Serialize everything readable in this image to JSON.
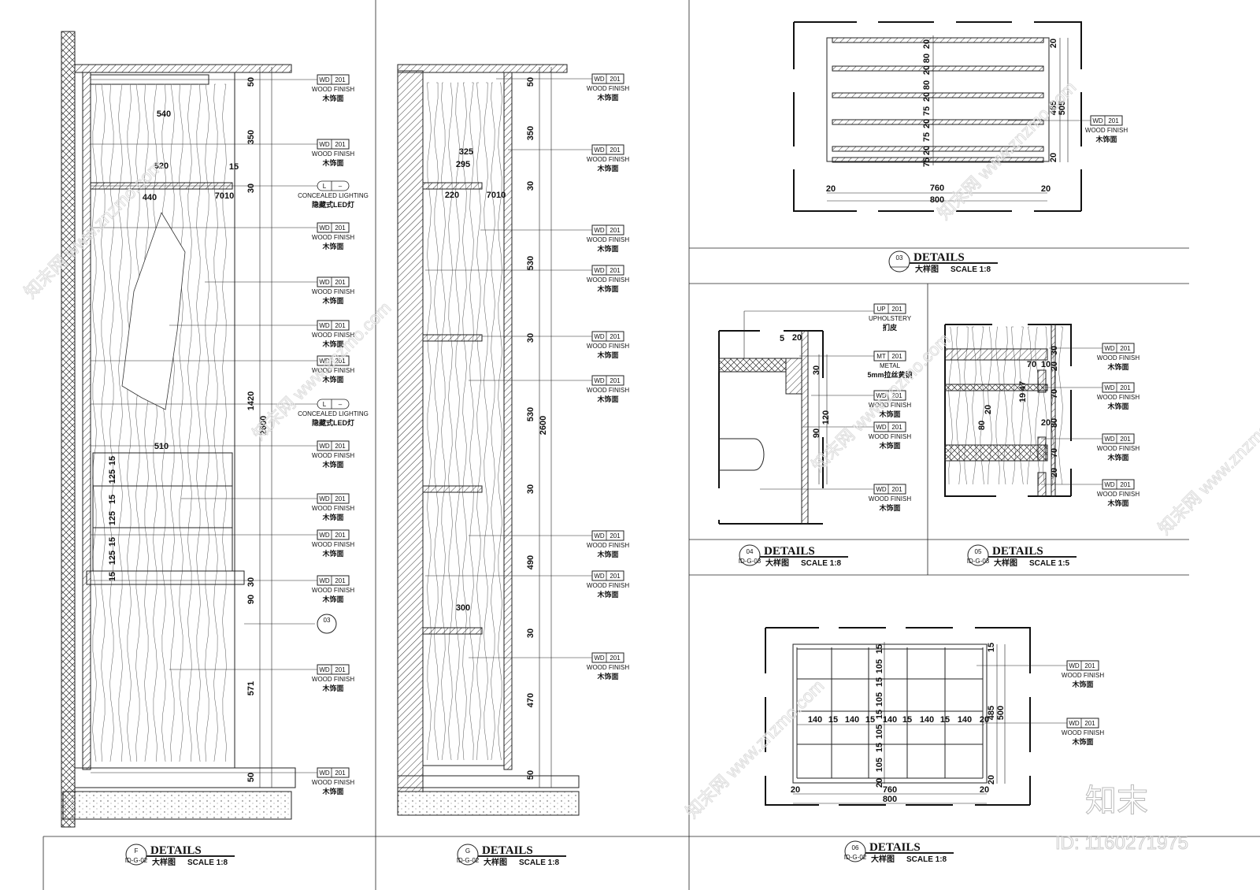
{
  "sheet": {
    "panels": [
      {
        "id": "F",
        "ref": "ID-G-02",
        "title": "DETAILS",
        "subtitle": "大样图",
        "scale": "SCALE 1:8",
        "dims_v": [
          "50",
          "350",
          "30",
          "1420",
          "30",
          "90",
          "571",
          "50"
        ],
        "overall": "2600",
        "dims_h": [
          "540",
          "520",
          "15",
          "440",
          "7010",
          "510",
          "125",
          "125",
          "125",
          "15",
          "15",
          "15",
          "15"
        ],
        "callouts": [
          {
            "code": "WD",
            "num": "201",
            "en": "WOOD FINISH",
            "cn": "木饰面"
          },
          {
            "code": "WD",
            "num": "201",
            "en": "WOOD FINISH",
            "cn": "木饰面"
          },
          {
            "code": "L",
            "num": "–",
            "en": "CONCEALED LIGHTING",
            "cn": "隐藏式LED灯"
          },
          {
            "code": "WD",
            "num": "201",
            "en": "WOOD FINISH",
            "cn": "木饰面"
          },
          {
            "code": "WD",
            "num": "201",
            "en": "WOOD FINISH",
            "cn": "木饰面"
          },
          {
            "code": "WD",
            "num": "201",
            "en": "WOOD FINISH",
            "cn": "木饰面"
          },
          {
            "code": "WD",
            "num": "201",
            "en": "WOOD FINISH",
            "cn": "木饰面"
          },
          {
            "code": "L",
            "num": "–",
            "en": "CONCEALED LIGHTING",
            "cn": "隐藏式LED灯"
          },
          {
            "code": "WD",
            "num": "201",
            "en": "WOOD FINISH",
            "cn": "木饰面"
          },
          {
            "code": "WD",
            "num": "201",
            "en": "WOOD FINISH",
            "cn": "木饰面"
          },
          {
            "code": "WD",
            "num": "201",
            "en": "WOOD FINISH",
            "cn": "木饰面"
          },
          {
            "code": "WD",
            "num": "201",
            "en": "WOOD FINISH",
            "cn": "木饰面"
          },
          {
            "code": "WD",
            "num": "201",
            "en": "WOOD FINISH",
            "cn": "木饰面"
          },
          {
            "code": "WD",
            "num": "201",
            "en": "WOOD FINISH",
            "cn": "木饰面"
          }
        ],
        "section_marker": "03"
      },
      {
        "id": "G",
        "ref": "ID-G-02",
        "title": "DETAILS",
        "subtitle": "大样图",
        "scale": "SCALE 1:8",
        "dims_v": [
          "50",
          "350",
          "30",
          "530",
          "30",
          "530",
          "30",
          "490",
          "30",
          "470",
          "50"
        ],
        "overall": "2600",
        "dims_h": [
          "325",
          "295",
          "220",
          "7010",
          "300"
        ],
        "callouts": [
          {
            "code": "WD",
            "num": "201",
            "en": "WOOD FINISH",
            "cn": "木饰面"
          },
          {
            "code": "WD",
            "num": "201",
            "en": "WOOD FINISH",
            "cn": "木饰面"
          },
          {
            "code": "WD",
            "num": "201",
            "en": "WOOD FINISH",
            "cn": "木饰面"
          },
          {
            "code": "WD",
            "num": "201",
            "en": "WOOD FINISH",
            "cn": "木饰面"
          },
          {
            "code": "WD",
            "num": "201",
            "en": "WOOD FINISH",
            "cn": "木饰面"
          },
          {
            "code": "WD",
            "num": "201",
            "en": "WOOD FINISH",
            "cn": "木饰面"
          },
          {
            "code": "WD",
            "num": "201",
            "en": "WOOD FINISH",
            "cn": "木饰面"
          },
          {
            "code": "WD",
            "num": "201",
            "en": "WOOD FINISH",
            "cn": "木饰面"
          },
          {
            "code": "WD",
            "num": "201",
            "en": "WOOD FINISH",
            "cn": "木饰面"
          }
        ]
      },
      {
        "id": "03",
        "ref": "",
        "title": "DETAILS",
        "subtitle": "大样图",
        "scale": "SCALE 1:8",
        "dims_v": [
          "20",
          "80",
          "20",
          "80",
          "20",
          "75",
          "20",
          "75",
          "20",
          "75",
          "20"
        ],
        "dims_v_right": [
          "20",
          "465",
          "505",
          "20"
        ],
        "dims_h": [
          "20",
          "760",
          "20",
          "800"
        ],
        "callouts": [
          {
            "code": "WD",
            "num": "201",
            "en": "WOOD FINISH",
            "cn": "木饰面"
          }
        ]
      },
      {
        "id": "04",
        "ref": "ID-G-03",
        "title": "DETAILS",
        "subtitle": "大样图",
        "scale": "SCALE 1:8",
        "dims": [
          "5",
          "20",
          "30",
          "120",
          "90"
        ],
        "callouts": [
          {
            "code": "UP",
            "num": "201",
            "en": "UPHOLSTERY",
            "cn": "扪皮"
          },
          {
            "code": "MT",
            "num": "201",
            "en": "METAL",
            "cn": "5mm拉丝黄铜"
          },
          {
            "code": "WD",
            "num": "201",
            "en": "WOOD FINISH",
            "cn": "木饰面"
          },
          {
            "code": "WD",
            "num": "201",
            "en": "WOOD FINISH",
            "cn": "木饰面"
          },
          {
            "code": "WD",
            "num": "201",
            "en": "WOOD FINISH",
            "cn": "木饰面"
          }
        ]
      },
      {
        "id": "05",
        "ref": "ID-G-03",
        "title": "DETAILS",
        "subtitle": "大样图",
        "scale": "SCALE 1:5",
        "dims": [
          "30",
          "70",
          "10",
          "20",
          "47",
          "19",
          "70",
          "20",
          "80",
          "20",
          "80",
          "70",
          "20"
        ],
        "callouts": [
          {
            "code": "WD",
            "num": "201",
            "en": "WOOD FINISH",
            "cn": "木饰面"
          },
          {
            "code": "WD",
            "num": "201",
            "en": "WOOD FINISH",
            "cn": "木饰面"
          },
          {
            "code": "WD",
            "num": "201",
            "en": "WOOD FINISH",
            "cn": "木饰面"
          },
          {
            "code": "WD",
            "num": "201",
            "en": "WOOD FINISH",
            "cn": "木饰面"
          }
        ]
      },
      {
        "id": "06",
        "ref": "ID-G-02",
        "title": "DETAILS",
        "subtitle": "大样图",
        "scale": "SCALE 1:8",
        "dims_v": [
          "15",
          "105",
          "15",
          "105",
          "15",
          "105",
          "15",
          "105",
          "20"
        ],
        "dims_v_right": [
          "15",
          "485",
          "500",
          "20"
        ],
        "dims_h": [
          "140",
          "15",
          "140",
          "15",
          "140",
          "15",
          "140",
          "15",
          "140",
          "20"
        ],
        "dims_bottom": [
          "20",
          "760",
          "20",
          "800"
        ],
        "callouts": [
          {
            "code": "WD",
            "num": "201",
            "en": "WOOD FINISH",
            "cn": "木饰面"
          },
          {
            "code": "WD",
            "num": "201",
            "en": "WOOD FINISH",
            "cn": "木饰面"
          }
        ]
      }
    ]
  },
  "watermark": {
    "logo": "知末",
    "id": "ID: 1160271975",
    "site": "www.znzmo.com",
    "brand": "知末网"
  }
}
